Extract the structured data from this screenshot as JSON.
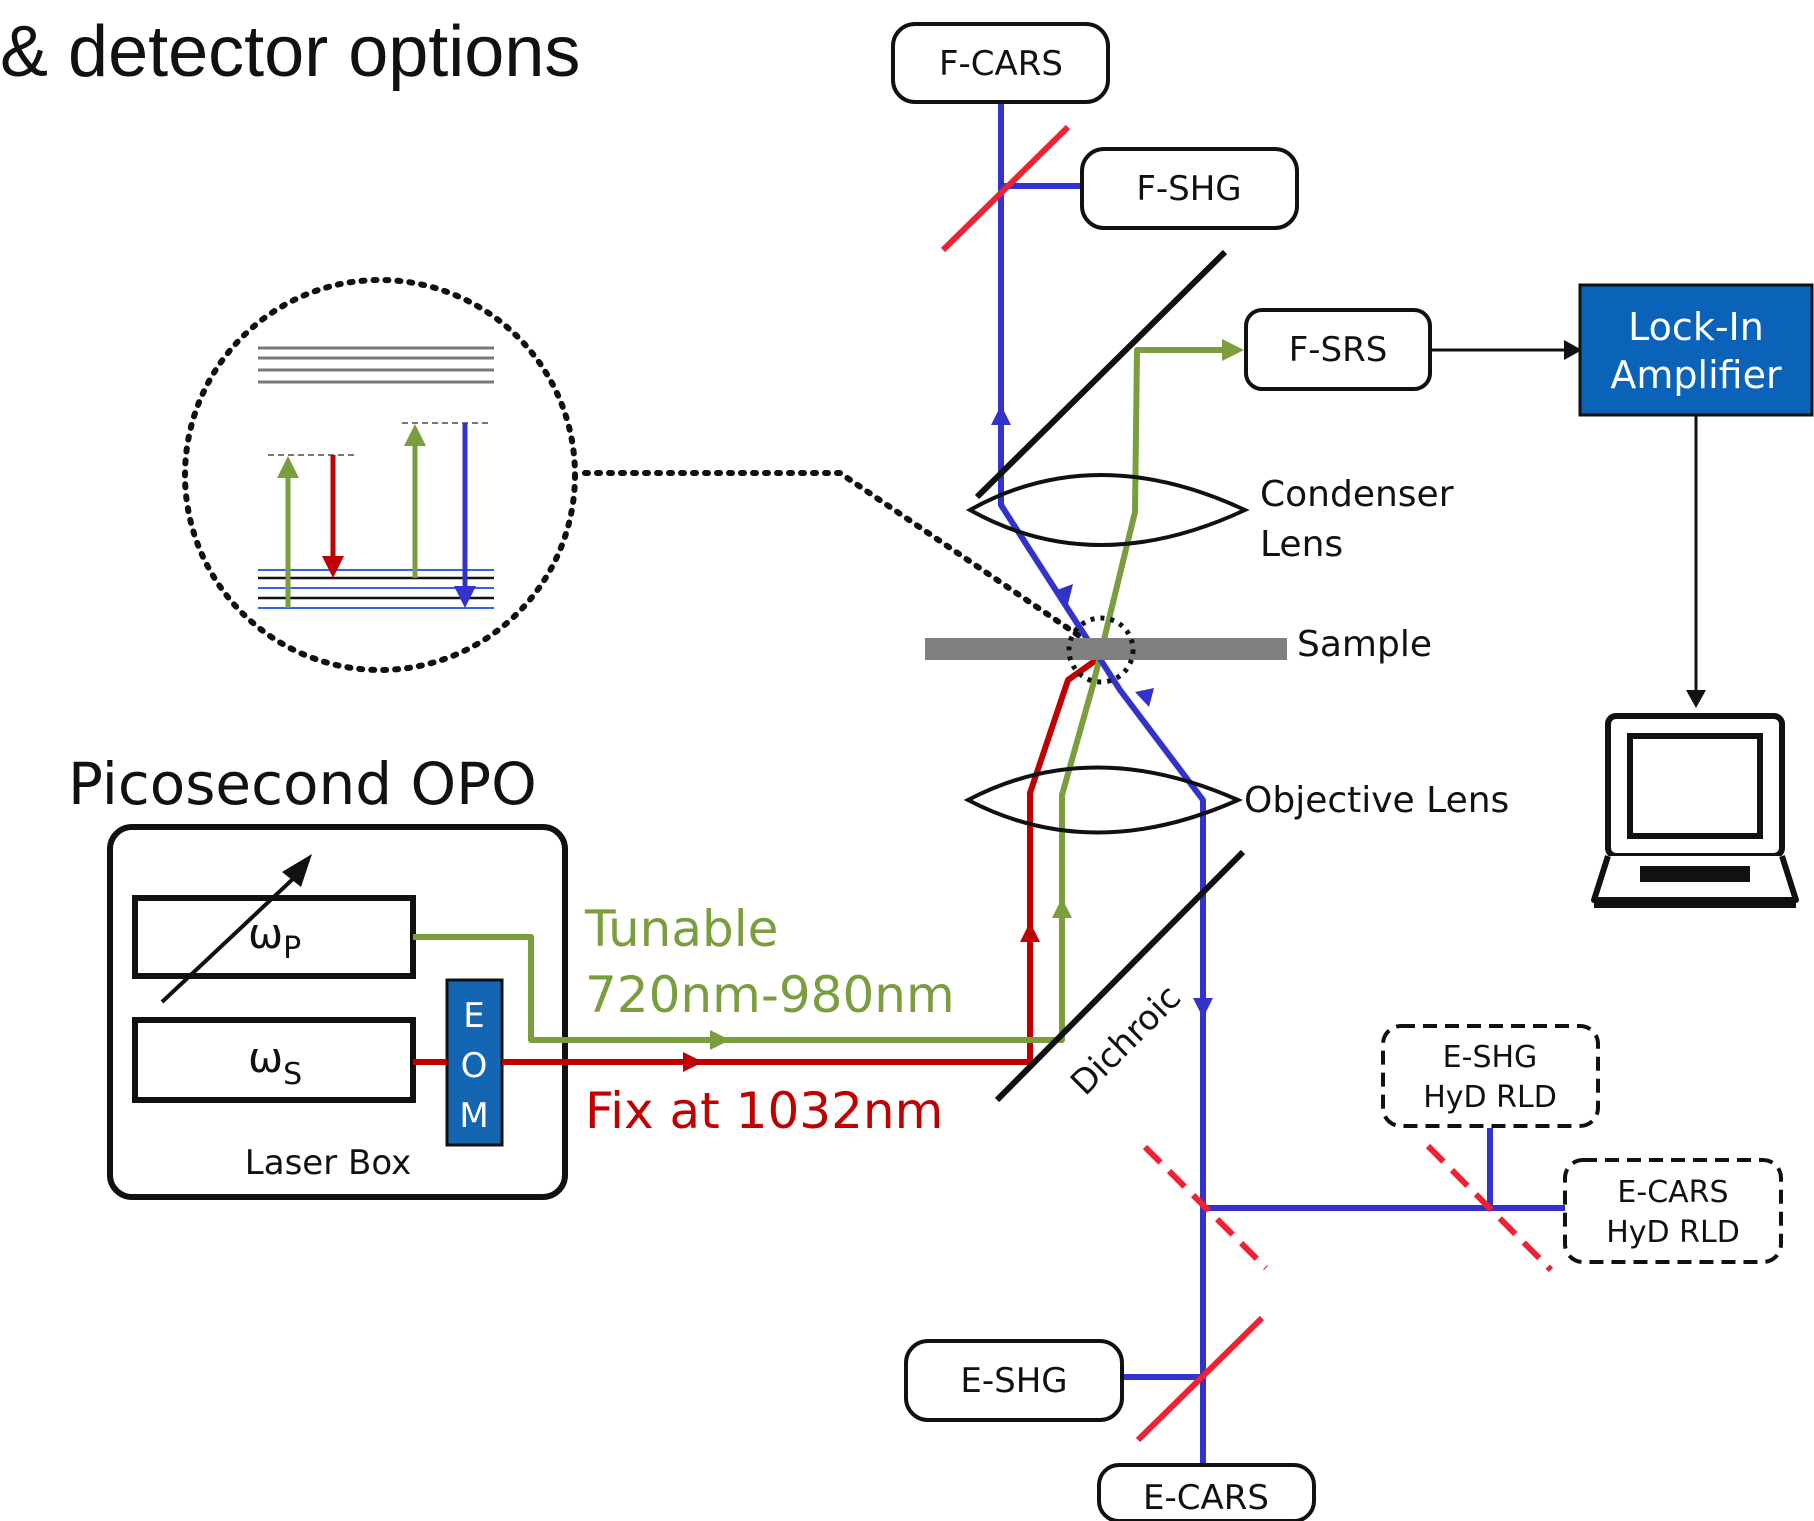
{
  "title": "& detector options",
  "source": {
    "heading": "Picosecond OPO",
    "box_label": "Laser Box",
    "pump_symbol": "ω",
    "pump_subscript": "P",
    "stokes_symbol": "ω",
    "stokes_subscript": "S",
    "eom_letters": [
      "E",
      "O",
      "M"
    ]
  },
  "beams": {
    "tunable_line1": "Tunable",
    "tunable_line2": "720nm-980nm",
    "fixed": "Fix at 1032nm"
  },
  "optics": {
    "dichroic": "Dichroic",
    "objective": "Objective Lens",
    "sample": "Sample",
    "condenser_line1": "Condenser",
    "condenser_line2": "Lens"
  },
  "detectors": {
    "f_cars": "F-CARS",
    "f_shg": "F-SHG",
    "f_srs": "F-SRS",
    "e_shg": "E-SHG",
    "e_cars": "E-CARS",
    "e_shg_hyd_line1": "E-SHG",
    "e_shg_hyd_line2": "HyD RLD",
    "e_cars_hyd_line1": "E-CARS",
    "e_cars_hyd_line2": "HyD RLD"
  },
  "electronics": {
    "lockin_line1": "Lock-In",
    "lockin_line2": "Amplifier"
  },
  "colors": {
    "pump": "#7a9e3e",
    "stokes": "#c00000",
    "signal": "#3333cc",
    "dichroic_mirror": "#ee2233",
    "lockin_fill": "#0a63b8",
    "eom_fill": "#1466b3",
    "sample_bar": "#808080"
  }
}
